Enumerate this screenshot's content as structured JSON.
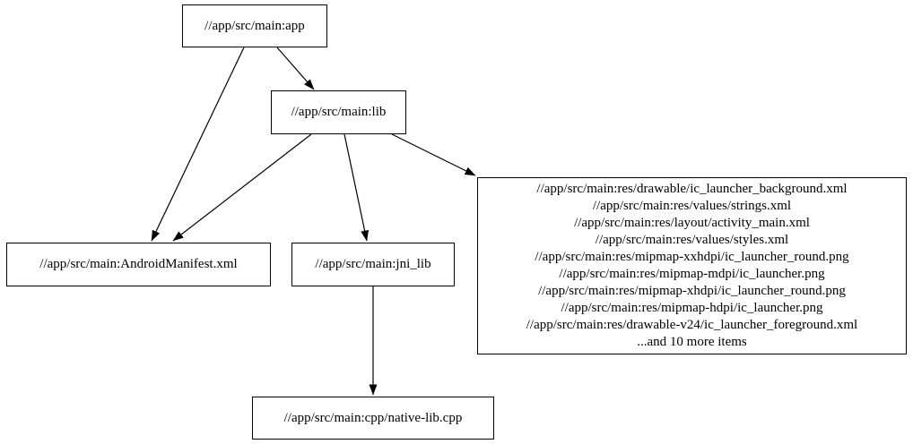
{
  "diagram": {
    "type": "dependency-graph",
    "background": "#ffffff",
    "node_border_color": "#000000",
    "edge_color": "#000000",
    "text_color": "#000000",
    "nodes": [
      {
        "id": "app",
        "label": "//app/src/main:app"
      },
      {
        "id": "lib",
        "label": "//app/src/main:lib"
      },
      {
        "id": "android-manifest",
        "label": "//app/src/main:AndroidManifest.xml"
      },
      {
        "id": "jni-lib",
        "label": "//app/src/main:jni_lib"
      },
      {
        "id": "res-group",
        "lines": [
          "//app/src/main:res/drawable/ic_launcher_background.xml",
          "//app/src/main:res/values/strings.xml",
          "//app/src/main:res/layout/activity_main.xml",
          "//app/src/main:res/values/styles.xml",
          "//app/src/main:res/mipmap-xxhdpi/ic_launcher_round.png",
          "//app/src/main:res/mipmap-mdpi/ic_launcher.png",
          "//app/src/main:res/mipmap-xhdpi/ic_launcher_round.png",
          "//app/src/main:res/mipmap-hdpi/ic_launcher.png",
          "//app/src/main:res/drawable-v24/ic_launcher_foreground.xml",
          "...and 10 more items"
        ]
      },
      {
        "id": "native-lib-cpp",
        "label": "//app/src/main:cpp/native-lib.cpp"
      }
    ],
    "edges": [
      {
        "from": "app",
        "to": "lib"
      },
      {
        "from": "app",
        "to": "android-manifest"
      },
      {
        "from": "lib",
        "to": "android-manifest"
      },
      {
        "from": "lib",
        "to": "jni-lib"
      },
      {
        "from": "lib",
        "to": "res-group"
      },
      {
        "from": "jni-lib",
        "to": "native-lib-cpp"
      }
    ]
  }
}
